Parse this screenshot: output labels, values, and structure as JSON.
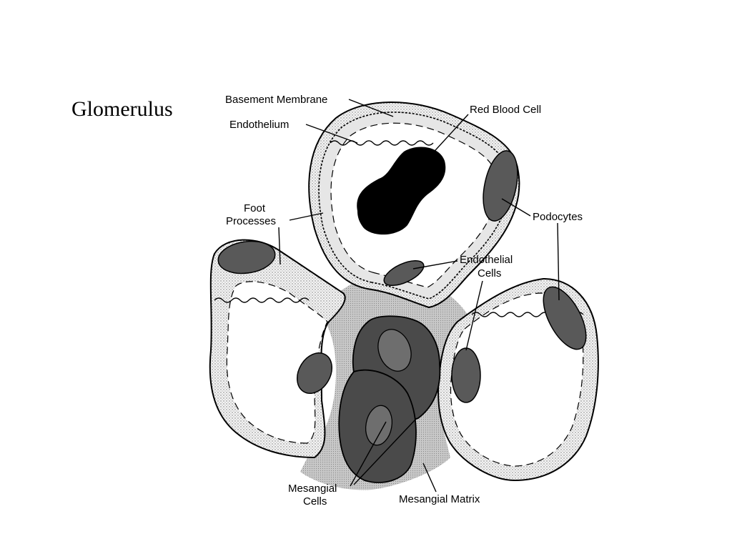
{
  "slide": {
    "title": "Glomerulus"
  },
  "diagram": {
    "labels": {
      "basement_membrane": "Basement Membrane",
      "red_blood_cell": "Red Blood Cell",
      "endothelium": "Endothelium",
      "foot_processes_line1": "Foot",
      "foot_processes_line2": "Processes",
      "podocytes": "Podocytes",
      "endothelial_cells_line1": "Endothelial",
      "endothelial_cells_line2": "Cells",
      "mesangial_cells_line1": "Mesangial",
      "mesangial_cells_line2": "Cells",
      "mesangial_matrix": "Mesangial Matrix"
    },
    "colors": {
      "podocyte": "#595959",
      "mesangial_cell": "#4a4a4a",
      "mesangial_matrix": "#c8c8c8",
      "basement_membrane": "#e6e6e6",
      "red_blood_cell": "#000000"
    }
  }
}
